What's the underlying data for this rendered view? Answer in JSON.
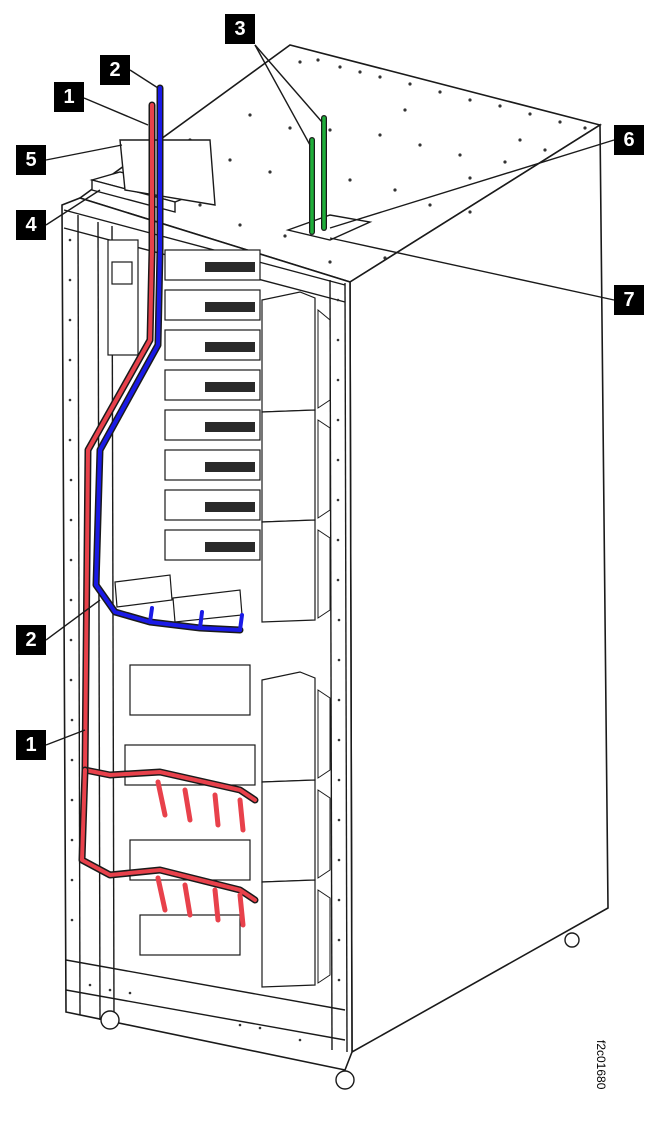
{
  "figure": {
    "id_label": "f2c01680",
    "callouts": [
      {
        "key": "c1a",
        "label": "1"
      },
      {
        "key": "c2a",
        "label": "2"
      },
      {
        "key": "c3",
        "label": "3"
      },
      {
        "key": "c5",
        "label": "5"
      },
      {
        "key": "c6",
        "label": "6"
      },
      {
        "key": "c4",
        "label": "4"
      },
      {
        "key": "c7",
        "label": "7"
      },
      {
        "key": "c2b",
        "label": "2"
      },
      {
        "key": "c1b",
        "label": "1"
      }
    ],
    "colors": {
      "cable_1": "#e8414b",
      "cable_2": "#1a1ae6",
      "cable_3": "#1fae3a",
      "callout_bg": "#000000",
      "callout_text": "#ffffff",
      "outline": "#1a1a1a",
      "rack_face": "#ffffff"
    }
  }
}
